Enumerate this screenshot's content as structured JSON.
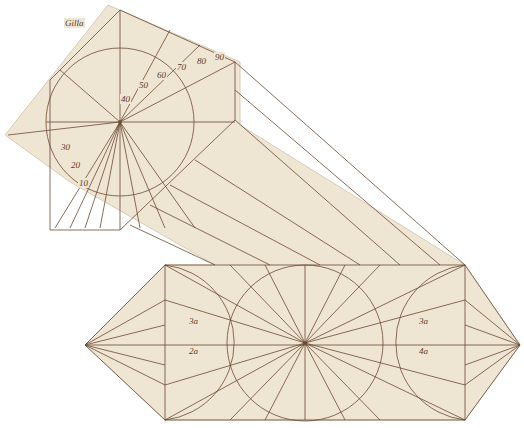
{
  "diagram": {
    "labels": [
      "Gilla",
      "10",
      "20",
      "30",
      "40",
      "50",
      "60",
      "70",
      "80",
      "90",
      "3a",
      "2a",
      "3a",
      "4a"
    ]
  }
}
